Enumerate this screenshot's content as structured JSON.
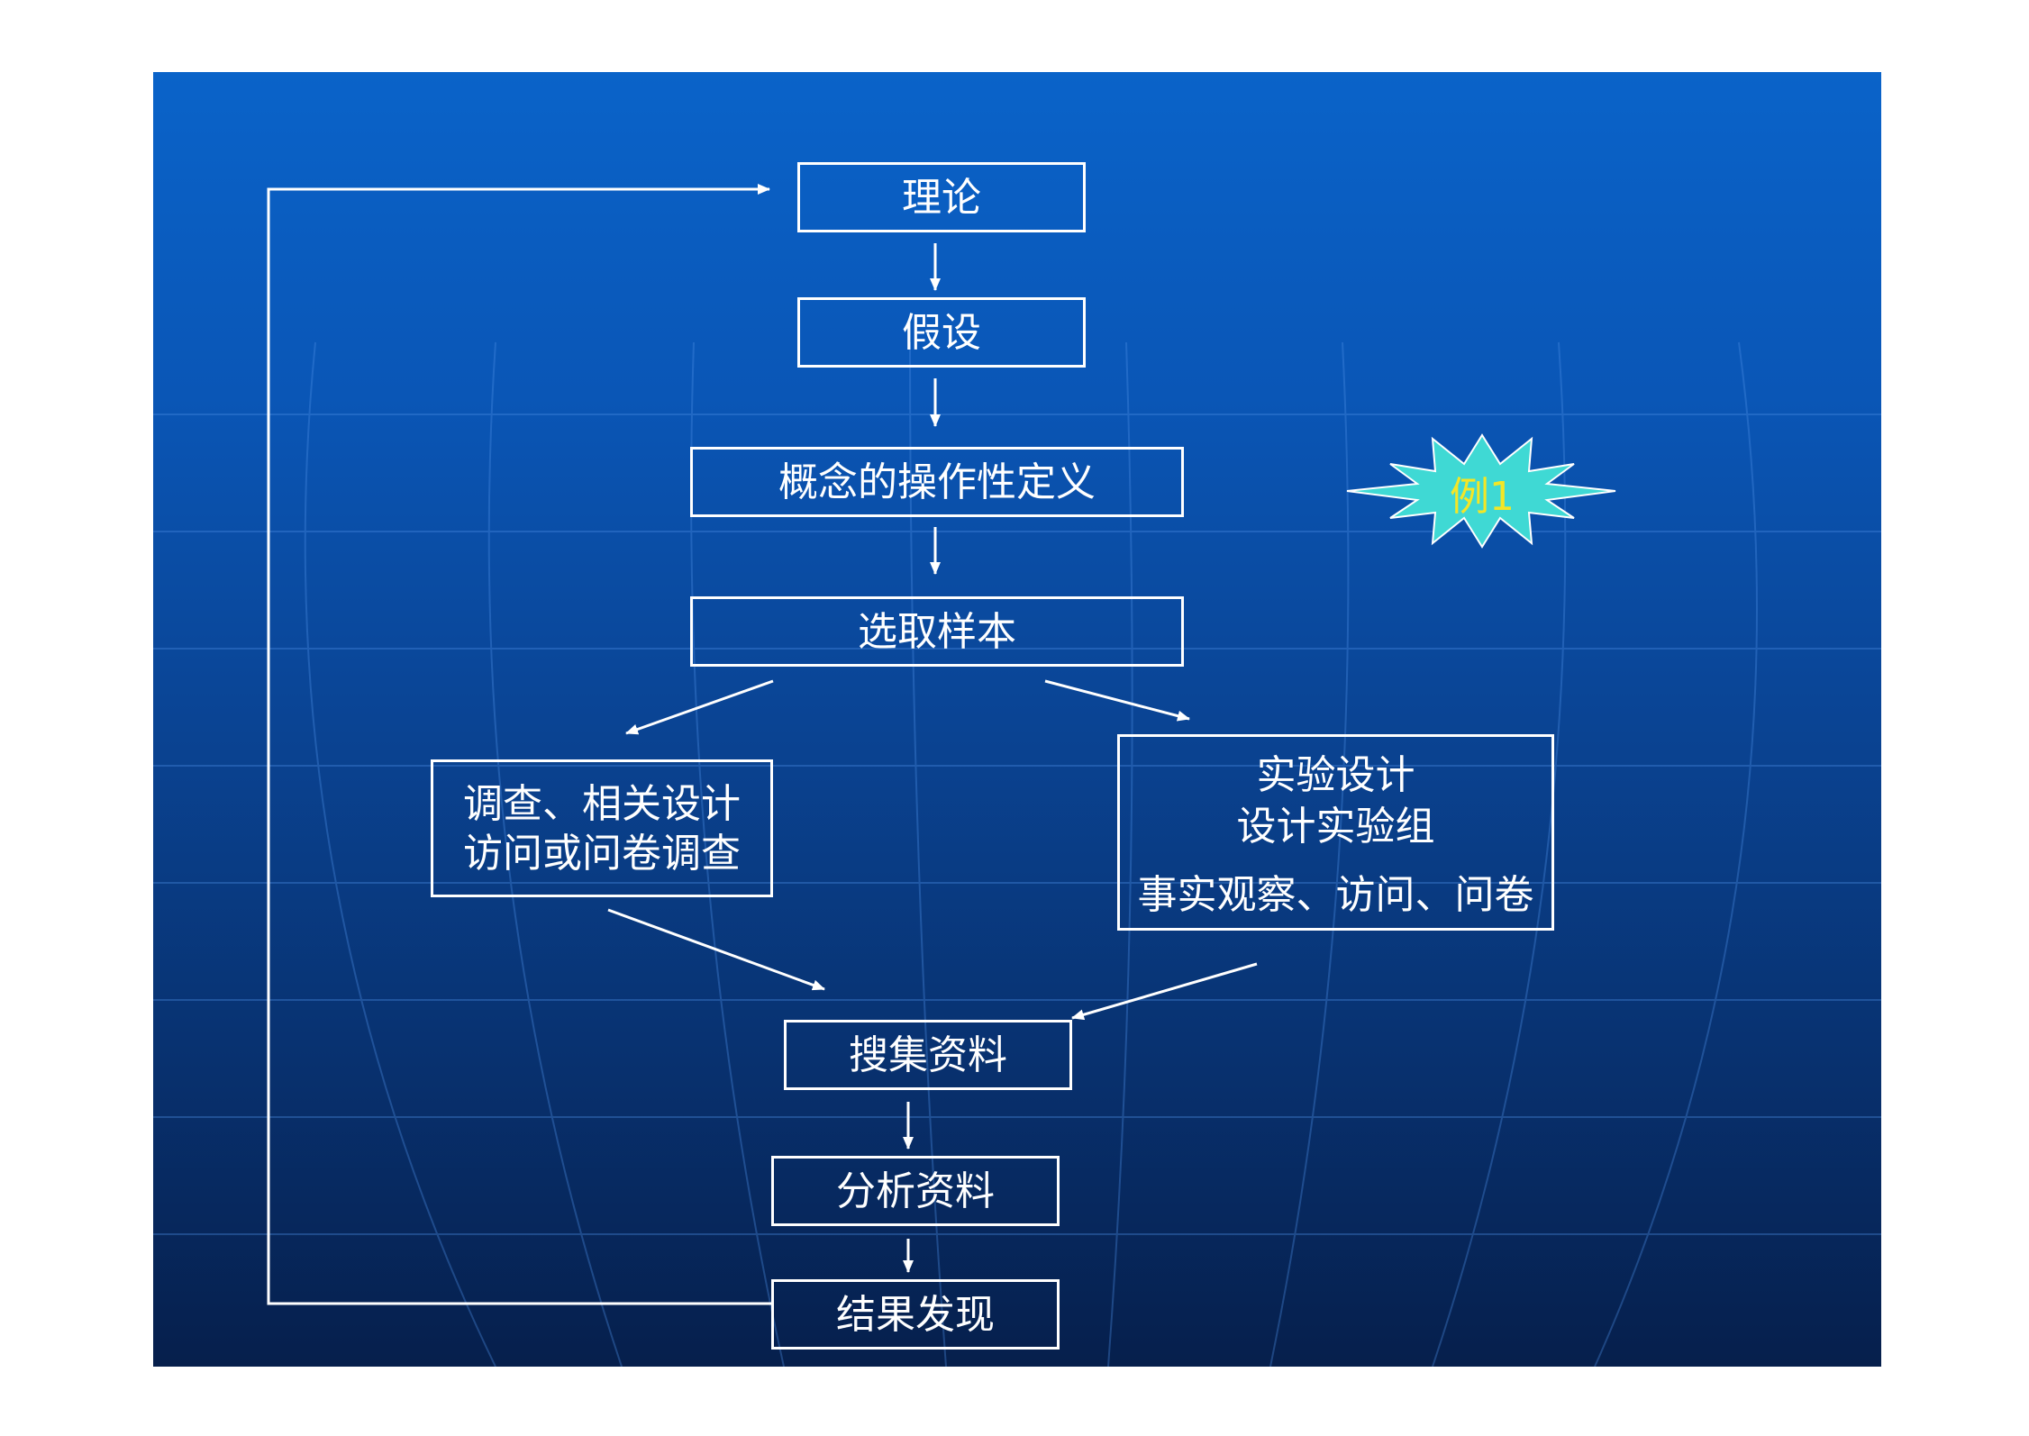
{
  "diagram": {
    "nodes": {
      "theory": "理论",
      "hypothesis": "假设",
      "operational_definition": "概念的操作性定义",
      "sampling": "选取样本",
      "survey_line1": "调查、相关设计",
      "survey_line2": "访问或问卷调查",
      "experiment_line1": "实验设计",
      "experiment_line2": "设计实验组",
      "experiment_line3": "事实观察、访问、问卷",
      "collect_data": "搜集资料",
      "analyze_data": "分析资料",
      "findings": "结果发现"
    },
    "badge": "例1",
    "colors": {
      "background_top": "#0a63c9",
      "background_bottom": "#061f4c",
      "line": "#ffffff",
      "badge_fill": "#3fd9d4",
      "badge_text": "#f3e626"
    }
  }
}
